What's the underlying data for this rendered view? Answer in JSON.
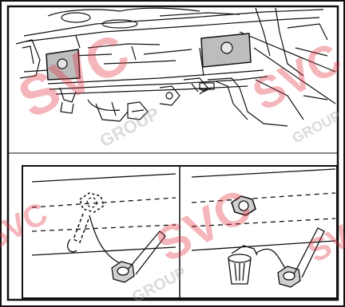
{
  "figure": {
    "watermark": {
      "text": "SVC",
      "subtext": "GROUP",
      "color": "#e0303a",
      "opacity": 0.35
    },
    "panels": [
      {
        "id": "overview",
        "description_icon": "engine-bay-icon"
      },
      {
        "id": "detail-before",
        "description_icon": "nut-with-tube-icon"
      },
      {
        "id": "detail-after",
        "description_icon": "nut-installed-icon"
      }
    ],
    "colors": {
      "line": "#111111",
      "highlight_fill": "#bdbdbd",
      "background": "#ffffff"
    }
  }
}
